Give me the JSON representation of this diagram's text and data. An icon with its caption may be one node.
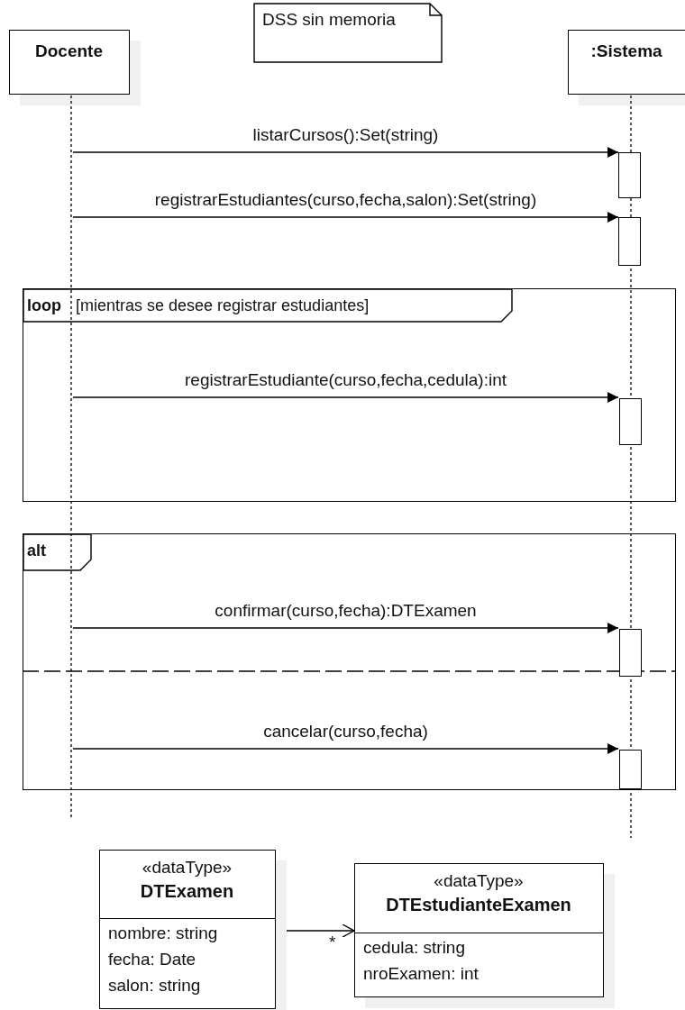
{
  "diagram": {
    "nodes": [
      {
        "text": [
          "DSS sin memoria"
        ]
      },
      {
        "text": [
          "Docente"
        ]
      },
      {
        "text": [
          ":Sistema"
        ]
      },
      {
        "text": [],
        "shape": "line"
      },
      {
        "text": [],
        "shape": "line"
      },
      {
        "text": [],
        "shape": "box"
      },
      {
        "text": [],
        "shape": "box"
      },
      {
        "text": [
          "loop",
          "[mientras se desee registrar estudiantes]"
        ]
      },
      {
        "text": [],
        "shape": "box",
        "in": 7
      },
      {
        "text": [
          "alt"
        ]
      },
      {
        "text": [],
        "shape": "box",
        "in": 9
      },
      {
        "text": [],
        "shape": "box",
        "in": 9
      },
      {
        "text": [
          "«dataType»",
          "DTExamen",
          "nombre: string",
          "fecha: Date",
          "salon: string"
        ]
      },
      {
        "text": [
          "«dataType»",
          "DTEstudianteExamen",
          "cedula: string",
          "nroExamen: int"
        ]
      }
    ],
    "edges": [
      {
        "from": 3,
        "to": 5,
        "arrow": "to",
        "label": "listarCursos():Set(string)"
      },
      {
        "from": 3,
        "to": 6,
        "arrow": "to",
        "label": "registrarEstudiantes(curso,fecha,salon):Set(string)"
      },
      {
        "from": 3,
        "to": 8,
        "arrow": "to",
        "label": "registrarEstudiante(curso,fecha,cedula):int"
      },
      {
        "from": 3,
        "to": 10,
        "arrow": "to",
        "label": "confirmar(curso,fecha):DTExamen"
      },
      {
        "from": 3,
        "to": 11,
        "arrow": "to",
        "label": "cancelar(curso,fecha)"
      },
      {
        "from": 12,
        "to": 13,
        "arrow": "to",
        "label": "*"
      }
    ]
  }
}
